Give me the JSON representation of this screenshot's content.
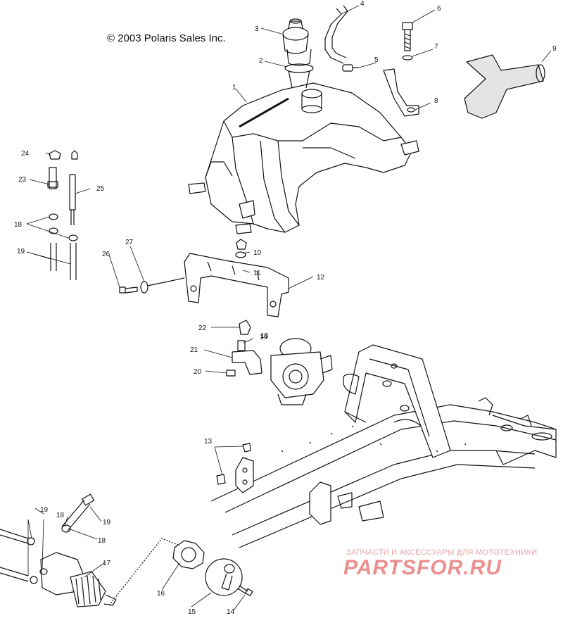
{
  "copyright": "© 2003 Polaris Sales Inc.",
  "watermark": {
    "tagline": "ЗАПЧАСТИ И АКСЕССУАРЫ ДЛЯ МОТОТЕХНИКИ",
    "brand": "PARTSFOR.RU",
    "color": "#ec8f8f"
  },
  "callouts": [
    "1",
    "2",
    "3",
    "4",
    "5",
    "6",
    "7",
    "8",
    "9",
    "10",
    "11",
    "12",
    "13",
    "13",
    "14",
    "15",
    "16",
    "17",
    "18",
    "18",
    "19",
    "19",
    "19",
    "19",
    "20",
    "21",
    "22",
    "23",
    "24",
    "25",
    "26",
    "27"
  ],
  "line_color": "#111111"
}
